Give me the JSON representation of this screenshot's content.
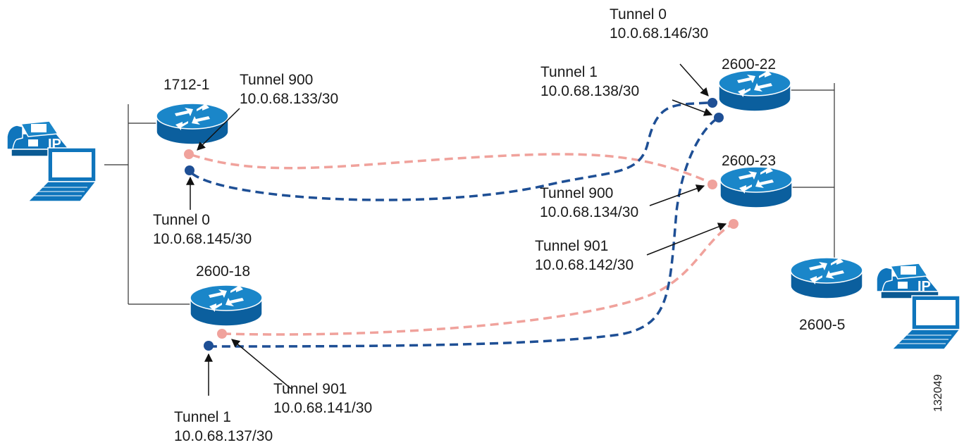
{
  "routers": {
    "r1712": {
      "name": "1712-1"
    },
    "r2600_18": {
      "name": "2600-18"
    },
    "r2600_22": {
      "name": "2600-22"
    },
    "r2600_23": {
      "name": "2600-23"
    },
    "r2600_5": {
      "name": "2600-5"
    }
  },
  "tunnels": {
    "t900_1712": {
      "name": "Tunnel 900",
      "ip": "10.0.68.133/30"
    },
    "t0_1712": {
      "name": "Tunnel 0",
      "ip": "10.0.68.145/30"
    },
    "t901_2600_18": {
      "name": "Tunnel 901",
      "ip": "10.0.68.141/30"
    },
    "t1_2600_18": {
      "name": "Tunnel 1",
      "ip": "10.0.68.137/30"
    },
    "t0_2600_22": {
      "name": "Tunnel 0",
      "ip": "10.0.68.146/30"
    },
    "t1_2600_22": {
      "name": "Tunnel 1",
      "ip": "10.0.68.138/30"
    },
    "t900_2600_23": {
      "name": "Tunnel 900",
      "ip": "10.0.68.134/30"
    },
    "t901_2600_23": {
      "name": "Tunnel 901",
      "ip": "10.0.68.142/30"
    }
  },
  "phone_badge": "IP",
  "figure_number": "132049",
  "colors": {
    "router_fill": "#0f75bc",
    "tunnel_blue": "#1e4f95",
    "tunnel_pink": "#f0a29c",
    "lines": "#333333"
  }
}
